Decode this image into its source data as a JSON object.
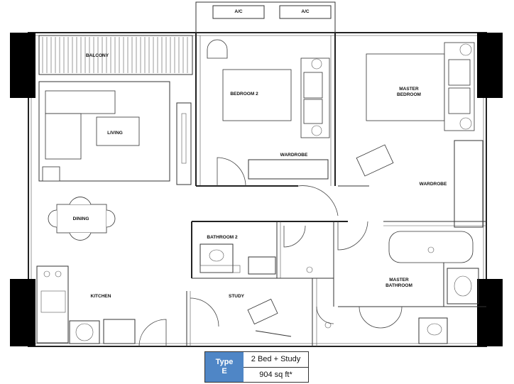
{
  "rooms": {
    "ac1": "A/C",
    "ac2": "A/C",
    "balcony": "BALCONY",
    "bedroom2": "BEDROOM 2",
    "master_bedroom_line1": "MASTER",
    "master_bedroom_line2": "BEDROOM",
    "living": "LIVING",
    "wardrobe1": "WARDROBE",
    "wardrobe2": "WARDROBE",
    "dining": "DINING",
    "bathroom2": "BATHROOM 2",
    "kitchen": "KITCHEN",
    "study": "STUDY",
    "master_bathroom_line1": "MASTER",
    "master_bathroom_line2": "BATHROOM"
  },
  "unit_info": {
    "type_label": "Type",
    "type_value": "E",
    "configuration": "2 Bed + Study",
    "area": "904 sq ft*"
  }
}
